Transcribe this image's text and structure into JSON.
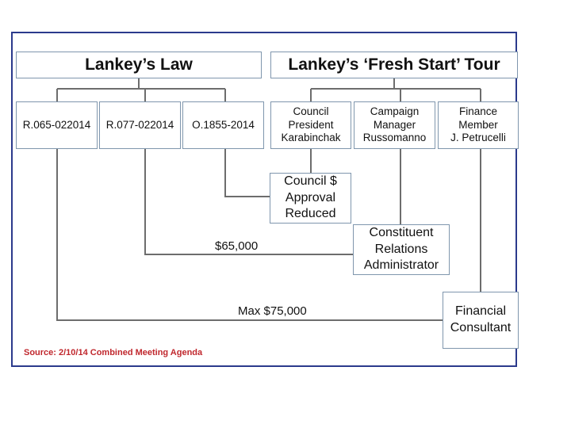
{
  "headers": {
    "left": "Lankey’s Law",
    "right": "Lankey’s ‘Fresh Start’ Tour"
  },
  "resolutions": [
    "R.065-022014",
    "R.077-022014",
    "O.1855-2014"
  ],
  "people": [
    {
      "line1": "Council",
      "line2": "President",
      "line3": "Karabinchak"
    },
    {
      "line1": "Campaign",
      "line2": "Manager",
      "line3": "Russomanno"
    },
    {
      "line1": "Finance",
      "line2": "Member",
      "line3": "J. Petrucelli"
    }
  ],
  "outcomes": {
    "council": {
      "line1": "Council $",
      "line2": "Approval",
      "line3": "Reduced"
    },
    "constituent": {
      "line1": "Constituent",
      "line2": "Relations",
      "line3": "Administrator"
    },
    "financial": {
      "line1": "Financial",
      "line2": "Consultant"
    }
  },
  "amounts": {
    "constituent": "$65,000",
    "financial": "Max $75,000"
  },
  "source": "Source: 2/10/14 Combined Meeting Agenda",
  "colors": {
    "frame": "#2b3a8c",
    "box_border": "#7f96ad",
    "connector": "#6d6d6d",
    "source_text": "#c0272d"
  }
}
